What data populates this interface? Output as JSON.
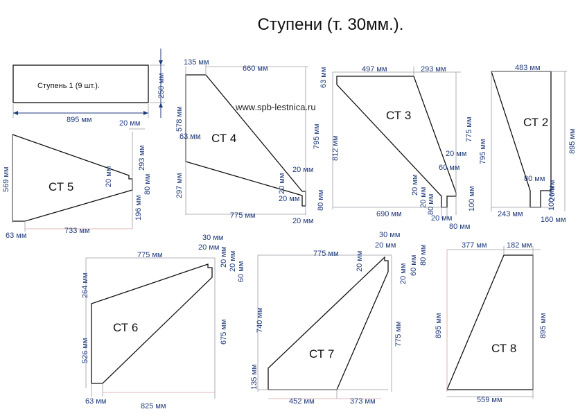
{
  "title": "Ступени (т. 30мм.).",
  "url": "www.spb-lestnica.ru",
  "colors": {
    "dimension_text": "#1f3a7a",
    "outline": "#111111",
    "extension": "#9a9aa8"
  },
  "step1": {
    "name": "Ступень 1 (9 шт.).",
    "w": "895 мм",
    "h": "250 мм"
  },
  "ct5": {
    "name": "СТ 5",
    "d569": "569 мм",
    "d293": "293 мм",
    "d20a": "20 мм",
    "d20b": "20 мм",
    "d80": "80 мм",
    "d196": "196 мм",
    "d63": "63 мм",
    "d733": "733 мм"
  },
  "ct4": {
    "name": "СТ 4",
    "d135": "135 мм",
    "d660": "660 мм",
    "d578": "578 мм",
    "d63": "63 мм",
    "d297": "297 мм",
    "d795": "795 мм",
    "d775": "775 мм",
    "d20a": "20 мм",
    "d20b": "20 мм",
    "d80": "80 мм",
    "d20c": "20 мм"
  },
  "ct3": {
    "name": "СТ 3",
    "d63": "63 мм",
    "d497": "497 мм",
    "d293": "293 мм",
    "d812": "812 мм",
    "d775": "775 мм",
    "d20a": "20 мм",
    "d60": "60 мм",
    "d20b": "20 мм",
    "d20c": "20 мм",
    "d80a": "80 мм",
    "d690": "690 мм",
    "d20d": "20 мм",
    "d100": "100 мм",
    "d80b": "80 мм"
  },
  "ct2": {
    "name": "СТ 2",
    "d483": "483 мм",
    "d795": "795 мм",
    "d895": "895 мм",
    "d80a": "80 мм",
    "d20": "20 мм",
    "d100": "100 мм",
    "d243": "243 мм",
    "d160": "160 мм"
  },
  "ct6": {
    "name": "СТ 6",
    "d775": "775 мм",
    "d30": "30 мм",
    "d20a": "20 мм",
    "d20b": "20 мм",
    "d20c": "20 мм",
    "d60": "60 мм",
    "d264": "264 мм",
    "d526": "526 мм",
    "d675": "675 мм",
    "d63": "63 мм",
    "d825": "825 мм"
  },
  "ct7": {
    "name": "СТ 7",
    "d775a": "775 мм",
    "d30": "30 мм",
    "d20a": "20 мм",
    "d20b": "20 мм",
    "d20c": "20 мм",
    "d60": "60 мм",
    "d80": "80 мм",
    "d740": "740 мм",
    "d775b": "775 мм",
    "d135": "135 мм",
    "d452": "452 мм",
    "d373": "373 мм"
  },
  "ct8": {
    "name": "СТ 8",
    "d377": "377 мм",
    "d182": "182 мм",
    "d895a": "895 мм",
    "d895b": "895 мм",
    "d559": "559 мм"
  }
}
